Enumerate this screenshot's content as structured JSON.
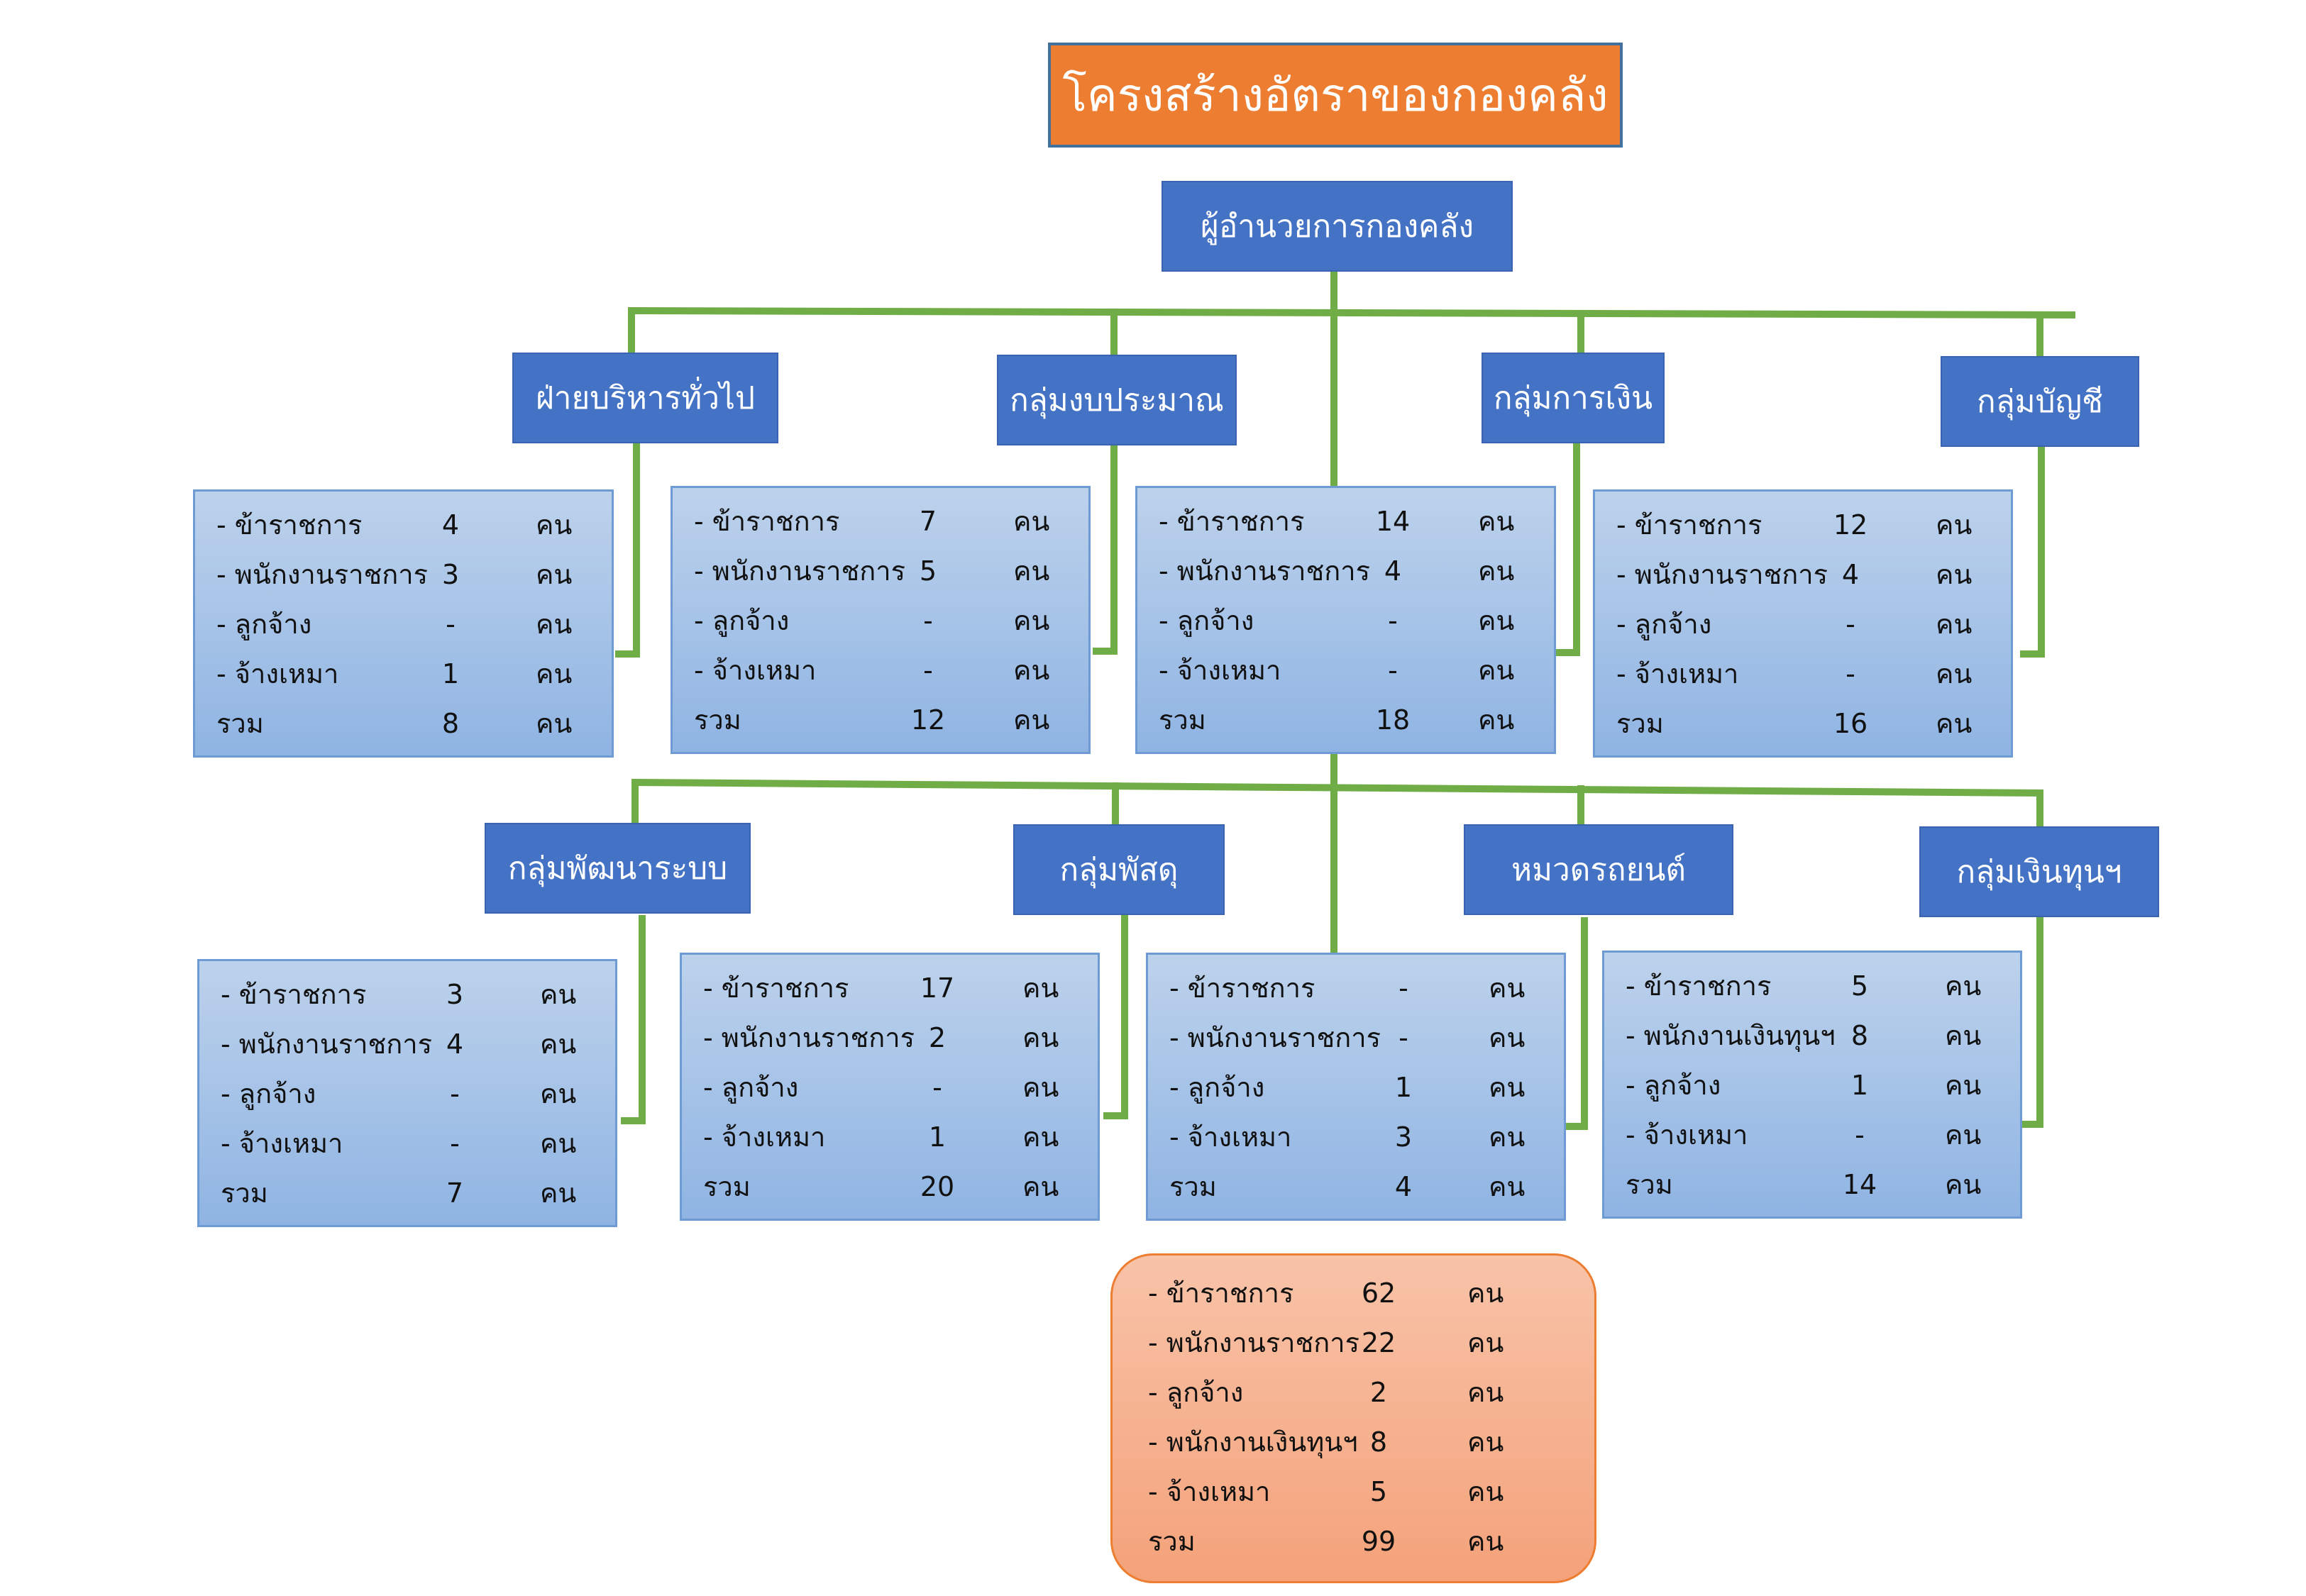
{
  "title": "โครงสร้างอัตราของกองคลัง",
  "director": "ผู้อำนวยการกองคลัง",
  "units": [
    {
      "name": "ฝ่ายบริหารทั่วไป",
      "rows": [
        {
          "label": "- ข้าราชการ",
          "count": "4",
          "unit": "คน"
        },
        {
          "label": "- พนักงานราชการ",
          "count": "3",
          "unit": "คน"
        },
        {
          "label": "- ลูกจ้าง",
          "count": "-",
          "unit": "คน"
        },
        {
          "label": "- จ้างเหมา",
          "count": "1",
          "unit": "คน"
        },
        {
          "label": "รวม",
          "count": "8",
          "unit": "คน"
        }
      ]
    },
    {
      "name": "กลุ่มงบประมาณ",
      "rows": [
        {
          "label": "- ข้าราชการ",
          "count": "7",
          "unit": "คน"
        },
        {
          "label": "- พนักงานราชการ",
          "count": "5",
          "unit": "คน"
        },
        {
          "label": "- ลูกจ้าง",
          "count": "-",
          "unit": "คน"
        },
        {
          "label": "- จ้างเหมา",
          "count": "-",
          "unit": "คน"
        },
        {
          "label": "รวม",
          "count": "12",
          "unit": "คน"
        }
      ]
    },
    {
      "name": "กลุ่มการเงิน",
      "rows": [
        {
          "label": "- ข้าราชการ",
          "count": "14",
          "unit": "คน"
        },
        {
          "label": "- พนักงานราชการ",
          "count": "4",
          "unit": "คน"
        },
        {
          "label": "- ลูกจ้าง",
          "count": "-",
          "unit": "คน"
        },
        {
          "label": "- จ้างเหมา",
          "count": "-",
          "unit": "คน"
        },
        {
          "label": "รวม",
          "count": "18",
          "unit": "คน"
        }
      ]
    },
    {
      "name": "กลุ่มบัญชี",
      "rows": [
        {
          "label": "- ข้าราชการ",
          "count": "12",
          "unit": "คน"
        },
        {
          "label": "- พนักงานราชการ",
          "count": "4",
          "unit": "คน"
        },
        {
          "label": "- ลูกจ้าง",
          "count": "-",
          "unit": "คน"
        },
        {
          "label": "- จ้างเหมา",
          "count": "-",
          "unit": "คน"
        },
        {
          "label": "รวม",
          "count": "16",
          "unit": "คน"
        }
      ]
    },
    {
      "name": "กลุ่มพัฒนาระบบ",
      "rows": [
        {
          "label": "- ข้าราชการ",
          "count": "3",
          "unit": "คน"
        },
        {
          "label": "- พนักงานราชการ",
          "count": "4",
          "unit": "คน"
        },
        {
          "label": "- ลูกจ้าง",
          "count": "-",
          "unit": "คน"
        },
        {
          "label": "- จ้างเหมา",
          "count": "-",
          "unit": "คน"
        },
        {
          "label": "รวม",
          "count": "7",
          "unit": "คน"
        }
      ]
    },
    {
      "name": "กลุ่มพัสดุ",
      "rows": [
        {
          "label": "- ข้าราชการ",
          "count": "17",
          "unit": "คน"
        },
        {
          "label": "- พนักงานราชการ",
          "count": "2",
          "unit": "คน"
        },
        {
          "label": "- ลูกจ้าง",
          "count": "-",
          "unit": "คน"
        },
        {
          "label": "- จ้างเหมา",
          "count": "1",
          "unit": "คน"
        },
        {
          "label": "รวม",
          "count": "20",
          "unit": "คน"
        }
      ]
    },
    {
      "name": "หมวดรถยนต์",
      "rows": [
        {
          "label": "- ข้าราชการ",
          "count": "-",
          "unit": "คน"
        },
        {
          "label": "- พนักงานราชการ",
          "count": "-",
          "unit": "คน"
        },
        {
          "label": "- ลูกจ้าง",
          "count": "1",
          "unit": "คน"
        },
        {
          "label": "- จ้างเหมา",
          "count": "3",
          "unit": "คน"
        },
        {
          "label": "รวม",
          "count": "4",
          "unit": "คน"
        }
      ]
    },
    {
      "name": "กลุ่มเงินทุนฯ",
      "rows": [
        {
          "label": "- ข้าราชการ",
          "count": "5",
          "unit": "คน"
        },
        {
          "label": "- พนักงานเงินทุนฯ",
          "count": "8",
          "unit": "คน"
        },
        {
          "label": "- ลูกจ้าง",
          "count": "1",
          "unit": "คน"
        },
        {
          "label": "- จ้างเหมา",
          "count": "-",
          "unit": "คน"
        },
        {
          "label": "รวม",
          "count": "14",
          "unit": "คน"
        }
      ]
    }
  ],
  "summary": {
    "rows": [
      {
        "label": "- ข้าราชการ",
        "count": "62",
        "unit": "คน"
      },
      {
        "label": "- พนักงานราชการ",
        "count": "22",
        "unit": "คน"
      },
      {
        "label": "- ลูกจ้าง",
        "count": "2",
        "unit": "คน"
      },
      {
        "label": "- พนักงานเงินทุนฯ",
        "count": "8",
        "unit": "คน"
      },
      {
        "label": "- จ้างเหมา",
        "count": "5",
        "unit": "คน"
      },
      {
        "label": "รวม",
        "count": "99",
        "unit": "คน"
      }
    ]
  },
  "colors": {
    "title_bg": "#ed7d31",
    "header_bg": "#4472c4",
    "stat_bg": "#9dbde6",
    "summary_bg": "#f4a27a",
    "connector": "#70ad47"
  }
}
